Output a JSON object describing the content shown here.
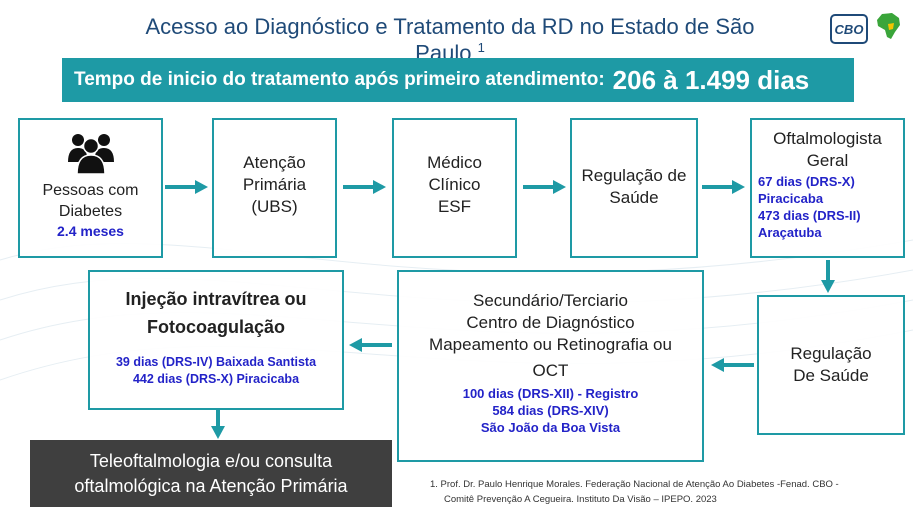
{
  "header": {
    "title": "Acesso ao Diagnóstico e Tratamento da RD no Estado de São Paulo",
    "title_ref": "1",
    "logo_text": "CBO"
  },
  "banner": {
    "text": "Tempo de inicio do tratamento após primeiro atendimento:",
    "value": "206 à 1.499 dias",
    "color": "#1e9aa5"
  },
  "flow": {
    "patients": {
      "label_1": "Pessoas com",
      "label_2": "Diabetes",
      "time": "2.4 meses",
      "icon": "people-group-icon"
    },
    "primary_care": {
      "line_1": "Atenção",
      "line_2": "Primária",
      "line_3": "(UBS)"
    },
    "clinician": {
      "line_1": "Médico",
      "line_2": "Clínico",
      "line_3": "ESF"
    },
    "regulation_1": {
      "line_1": "Regulação de",
      "line_2": "Saúde"
    },
    "ophthalmologist": {
      "line_1": "Oftalmologista",
      "line_2": "Geral",
      "times": [
        "67 dias (DRS-X)",
        "Piracicaba",
        "473 dias (DRS-II)",
        "Araçatuba"
      ]
    },
    "regulation_2": {
      "line_1": "Regulação",
      "line_2": "De Saúde"
    },
    "secondary": {
      "line_1": "Secundário/Terciario",
      "line_2": "Centro de Diagnóstico",
      "line_3": "Mapeamento ou Retinografia ou",
      "line_4": "OCT",
      "times": [
        "100 dias (DRS-XII) - Registro",
        "584 dias (DRS-XIV)",
        "São João da Boa Vista"
      ]
    },
    "treatment": {
      "line_1": "Injeção intravítrea ou",
      "line_2": "Fotocoagulação",
      "times": [
        "39 dias (DRS-IV) Baixada Santista",
        "442 dias (DRS-X) Piracicaba"
      ]
    },
    "telemedicine": {
      "line_1": "Teleoftalmologia e/ou consulta",
      "line_2": "oftalmológica na Atenção Primária"
    }
  },
  "footnote": {
    "line_1": "1. Prof. Dr. Paulo Henrique Morales. Federação Nacional de Atenção Ao Diabetes -Fenad. CBO -",
    "line_2": "Comitê  Prevenção A Cegueira. Instituto Da Visão – IPEPO. 2023"
  },
  "colors": {
    "accent": "#1e9aa5",
    "title": "#1f4a78",
    "highlight": "#2323c8",
    "dark": "#3f3f3f"
  }
}
